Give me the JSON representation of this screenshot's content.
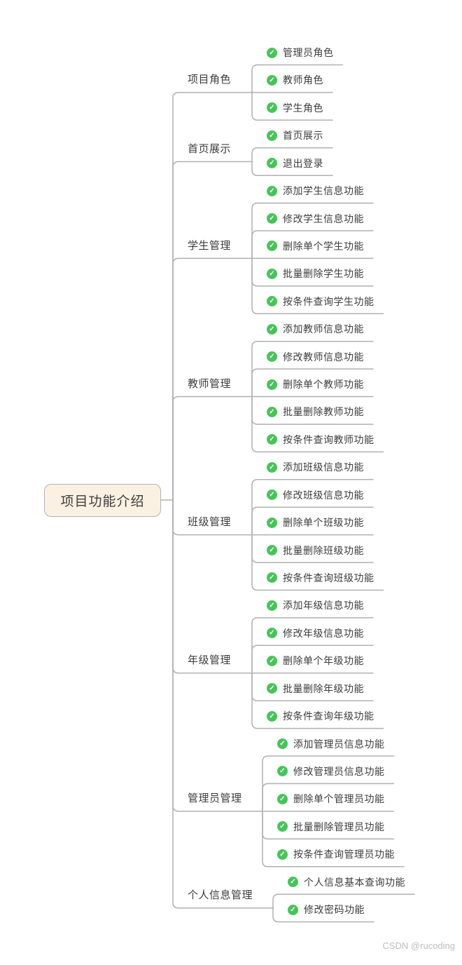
{
  "watermark": "CSDN @rucoding",
  "colors": {
    "line": "#b0b0b0",
    "node_text": "#3c3c3c",
    "check_green": "#47c459",
    "root_fill": "#fbf1e3",
    "root_border": "#b3b3b3",
    "watermark": "#bcbcbc"
  },
  "mindmap": {
    "root": {
      "label": "项目功能介绍"
    },
    "check_icon": "check-circle-icon",
    "branches": [
      {
        "label": "项目角色",
        "children": [
          "管理员角色",
          "教师角色",
          "学生角色"
        ]
      },
      {
        "label": "首页展示",
        "children": [
          "首页展示",
          "退出登录"
        ]
      },
      {
        "label": "学生管理",
        "children": [
          "添加学生信息功能",
          "修改学生信息功能",
          "删除单个学生功能",
          "批量删除学生功能",
          "按条件查询学生功能"
        ]
      },
      {
        "label": "教师管理",
        "children": [
          "添加教师信息功能",
          "修改教师信息功能",
          "删除单个教师功能",
          "批量删除教师功能",
          "按条件查询教师功能"
        ]
      },
      {
        "label": "班级管理",
        "children": [
          "添加班级信息功能",
          "修改班级信息功能",
          "删除单个班级功能",
          "批量删除班级功能",
          "按条件查询班级功能"
        ]
      },
      {
        "label": "年级管理",
        "children": [
          "添加年级信息功能",
          "修改年级信息功能",
          "删除单个年级功能",
          "批量删除年级功能",
          "按条件查询年级功能"
        ]
      },
      {
        "label": "管理员管理",
        "children": [
          "添加管理员信息功能",
          "修改管理员信息功能",
          "删除单个管理员功能",
          "批量删除管理员功能",
          "按条件查询管理员功能"
        ]
      },
      {
        "label": "个人信息管理",
        "children": [
          "个人信息基本查询功能",
          "修改密码功能"
        ]
      }
    ]
  }
}
